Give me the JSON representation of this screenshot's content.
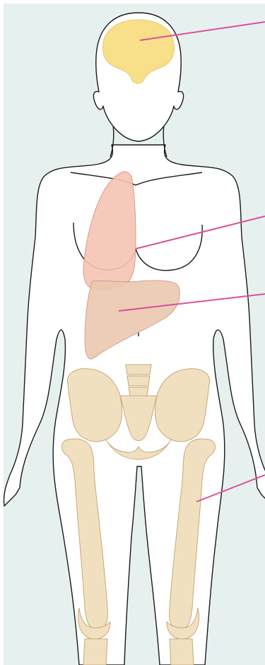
{
  "figure": {
    "background_color": "#e6f1ef",
    "body_fill": "#ffffff",
    "outline_color": "#1a1a1a",
    "leader_line_color": "#d9519a",
    "organs": [
      {
        "id": "brain",
        "color": "#f8e08a"
      },
      {
        "id": "lung",
        "color": "#f6c5b4"
      },
      {
        "id": "liver",
        "color": "#ecc8b0"
      },
      {
        "id": "pelvis",
        "color": "#f0e0c0"
      },
      {
        "id": "femur",
        "color": "#f0e0c0"
      }
    ]
  }
}
